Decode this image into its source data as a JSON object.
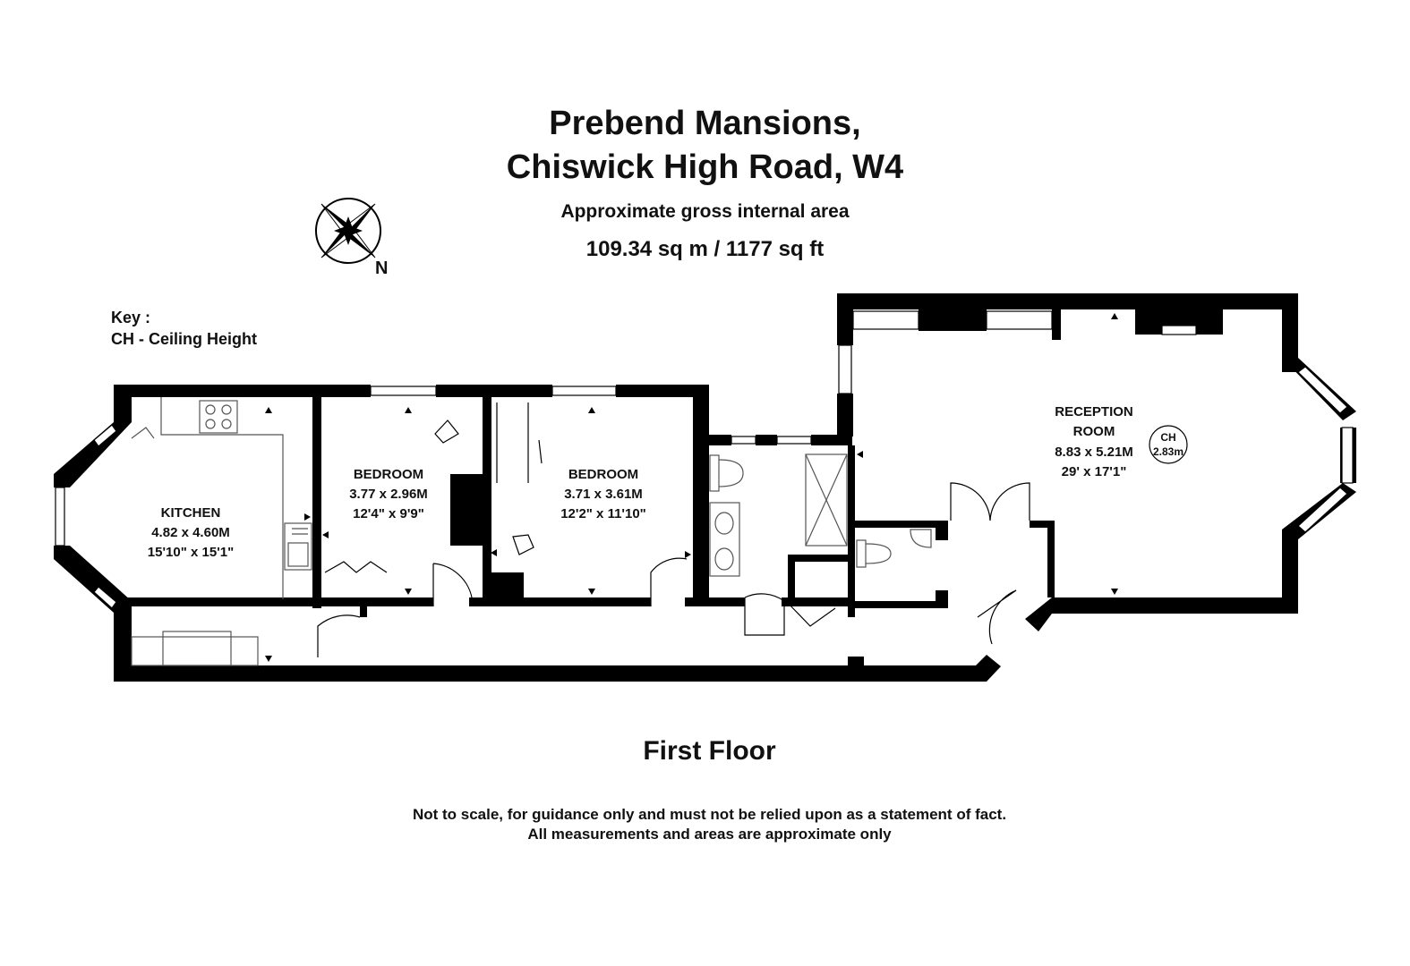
{
  "header": {
    "title_line1": "Prebend Mansions,",
    "title_line2": "Chiswick High Road, W4",
    "area_label": "Approximate gross internal area",
    "area_value": "109.34 sq m / 1177 sq ft"
  },
  "compass": {
    "icon": "compass-rose-icon",
    "north_label": "N"
  },
  "key": {
    "heading": "Key :",
    "entry": "CH - Ceiling Height"
  },
  "rooms": {
    "kitchen": {
      "name": "KITCHEN",
      "metric": "4.82 x 4.60M",
      "imperial": "15'10\" x 15'1\""
    },
    "bedroom1": {
      "name": "BEDROOM",
      "metric": "3.77 x 2.96M",
      "imperial": "12'4\" x 9'9\""
    },
    "bedroom2": {
      "name": "BEDROOM",
      "metric": "3.71 x 3.61M",
      "imperial": "12'2\" x 11'10\""
    },
    "reception": {
      "name_line1": "RECEPTION",
      "name_line2": "ROOM",
      "metric": "8.83 x 5.21M",
      "imperial": "29' x 17'1\"",
      "ceiling_label": "CH",
      "ceiling_value": "2.83m"
    }
  },
  "floor_name": "First Floor",
  "disclaimer": {
    "line1": "Not to scale, for guidance only and must not be relied upon as a statement of fact.",
    "line2": "All measurements and areas are approximate only"
  },
  "colors": {
    "wall": "#000000",
    "fixture_line": "#555555",
    "background": "#ffffff"
  }
}
